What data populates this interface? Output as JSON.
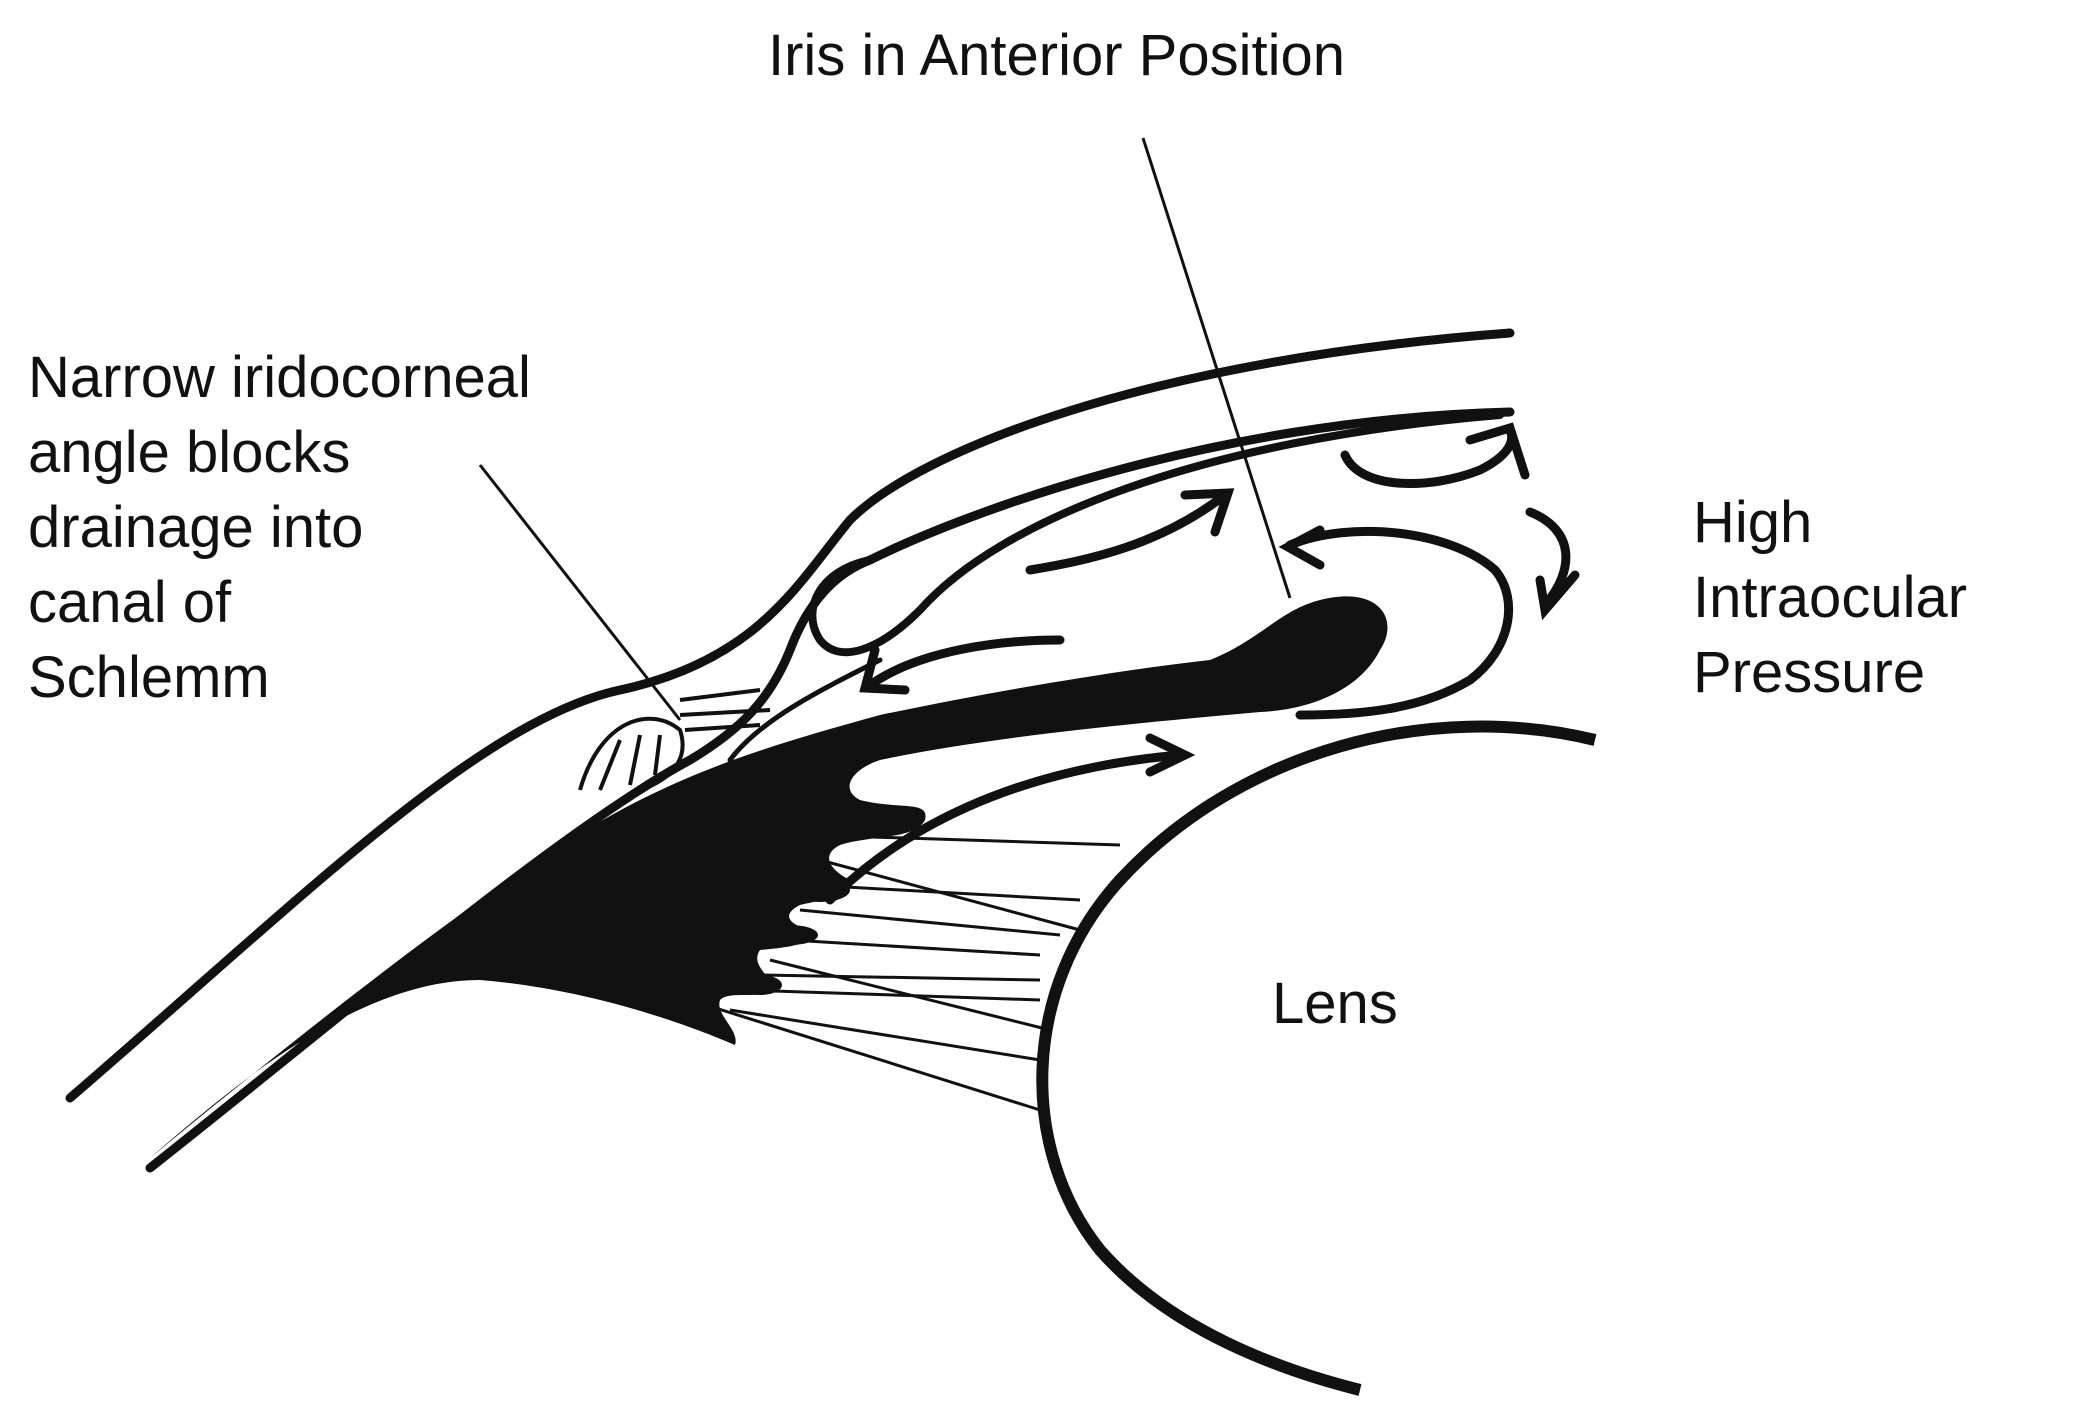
{
  "labels": {
    "iris_position": "Iris in Anterior Position",
    "narrow_angle": [
      "Narrow iridocorneal",
      "angle blocks",
      "drainage into",
      "canal of",
      "Schlemm"
    ],
    "pressure": [
      "High",
      "Intraocular",
      "Pressure"
    ],
    "lens": "Lens"
  },
  "colors": {
    "ink": "#111111",
    "background": "#ffffff"
  }
}
